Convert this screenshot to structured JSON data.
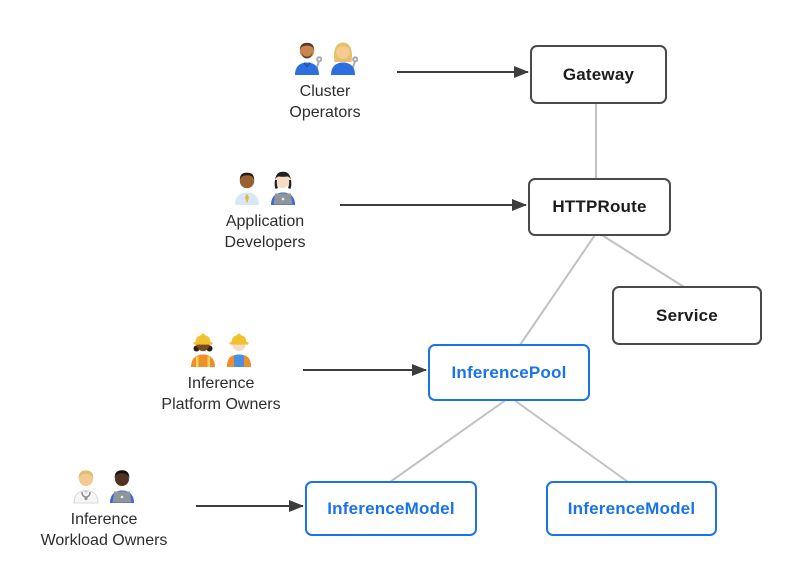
{
  "personas": [
    {
      "id": "cluster-operators",
      "label_lines": [
        "Cluster",
        "Operators"
      ],
      "icons": [
        "man-mechanic-emoji",
        "woman-mechanic-emoji"
      ],
      "points_to": "Gateway"
    },
    {
      "id": "application-developers",
      "label_lines": [
        "Application",
        "Developers"
      ],
      "icons": [
        "man-office-worker-emoji",
        "woman-technologist-emoji"
      ],
      "points_to": "HTTPRoute"
    },
    {
      "id": "inference-platform-owners",
      "label_lines": [
        "Inference",
        "Platform Owners"
      ],
      "icons": [
        "woman-construction-worker-emoji",
        "man-construction-worker-emoji"
      ],
      "points_to": "InferencePool"
    },
    {
      "id": "inference-workload-owners",
      "label_lines": [
        "Inference",
        "Workload Owners"
      ],
      "icons": [
        "health-worker-emoji",
        "man-technologist-emoji"
      ],
      "points_to": "InferenceModel"
    }
  ],
  "nodes": [
    {
      "id": "gateway",
      "label": "Gateway",
      "variant": "dark"
    },
    {
      "id": "httproute",
      "label": "HTTPRoute",
      "variant": "dark"
    },
    {
      "id": "service",
      "label": "Service",
      "variant": "dark"
    },
    {
      "id": "inferencepool",
      "label": "InferencePool",
      "variant": "blue"
    },
    {
      "id": "inferencemodel-left",
      "label": "InferenceModel",
      "variant": "blue"
    },
    {
      "id": "inferencemodel-right",
      "label": "InferenceModel",
      "variant": "blue"
    }
  ],
  "edges": [
    {
      "from": "Gateway",
      "to": "HTTPRoute"
    },
    {
      "from": "HTTPRoute",
      "to": "Service"
    },
    {
      "from": "HTTPRoute",
      "to": "InferencePool"
    },
    {
      "from": "InferencePool",
      "to": "InferenceModel (left)"
    },
    {
      "from": "InferencePool",
      "to": "InferenceModel (right)"
    }
  ],
  "colors": {
    "background": "#ffffff",
    "node_border_dark": "#4a4a4a",
    "node_text_dark": "#1c1c1c",
    "node_border_blue": "#1a73e8",
    "node_text_blue": "#1a73e8",
    "connector_line": "#c2c2c2",
    "arrow": "#3d3d3d",
    "persona_text": "#2d2d2d"
  }
}
